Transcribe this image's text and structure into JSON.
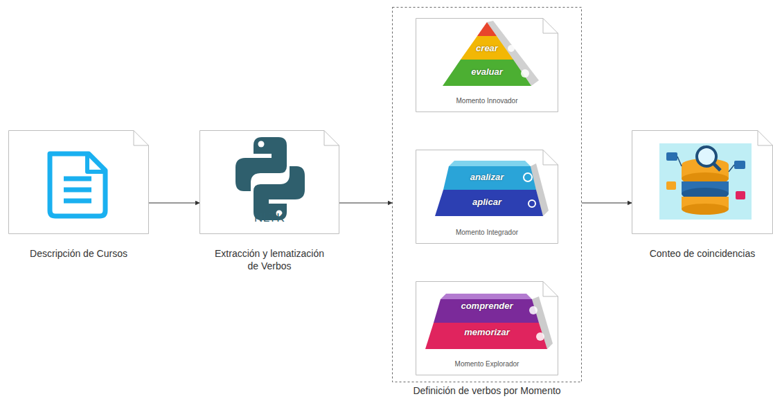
{
  "diagram": {
    "nodes": [
      {
        "text": [
          "Descripción de Cursos"
        ]
      },
      {
        "text": [
          "NLTK",
          "Extracción y lematización de Verbos"
        ]
      },
      {
        "text": [
          "Definición de verbos por Momento"
        ]
      },
      {
        "text": [
          "crear",
          "evaluar",
          "Momento Innovador"
        ],
        "in": 2
      },
      {
        "text": [
          "analizar",
          "aplicar",
          "Momento Integrador"
        ],
        "in": 2
      },
      {
        "text": [
          "comprender",
          "memorizar",
          "Momento Explorador"
        ],
        "in": 2
      },
      {
        "text": [
          "Conteo de coincidencias"
        ]
      }
    ],
    "edges": [
      {
        "from": 0,
        "to": 1,
        "arrow": "to"
      },
      {
        "from": 1,
        "to": 2,
        "arrow": "to"
      },
      {
        "from": 2,
        "to": 6,
        "arrow": "to"
      }
    ]
  }
}
